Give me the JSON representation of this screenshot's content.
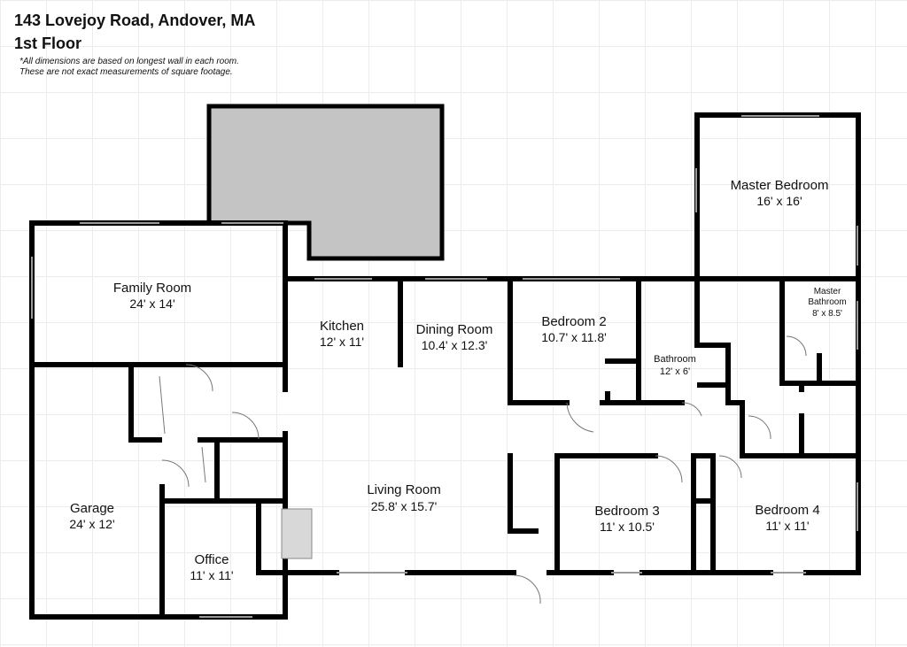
{
  "header": {
    "address": "143 Lovejoy Road, Andover, MA",
    "floor": "1st Floor",
    "note_line1": "*All dimensions are based on longest wall in each room.",
    "note_line2": "These are not exact measurements of square footage."
  },
  "rooms": {
    "master_bedroom": {
      "name": "Master Bedroom",
      "size": "16' x 16'"
    },
    "family_room": {
      "name": "Family Room",
      "size": "24' x 14'"
    },
    "kitchen": {
      "name": "Kitchen",
      "size": "12' x 11'"
    },
    "dining_room": {
      "name": "Dining Room",
      "size": "10.4' x 12.3'"
    },
    "bedroom2": {
      "name": "Bedroom 2",
      "size": "10.7' x 11.8'"
    },
    "bathroom": {
      "name": "Bathroom",
      "size": "12' x 6'"
    },
    "master_bathroom": {
      "name_line1": "Master",
      "name_line2": "Bathroom",
      "size": "8' x 8.5'"
    },
    "living_room": {
      "name": "Living Room",
      "size": "25.8' x 15.7'"
    },
    "garage": {
      "name": "Garage",
      "size": "24' x 12'"
    },
    "office": {
      "name": "Office",
      "size": "11' x 11'"
    },
    "bedroom3": {
      "name": "Bedroom 3",
      "size": "11' x 10.5'"
    },
    "bedroom4": {
      "name": "Bedroom 4",
      "size": "11' x 11'"
    }
  },
  "colors": {
    "wall": "#000000",
    "deck_fill": "#c4c4c4",
    "window": "#9a9a9a",
    "grid": "#ececec"
  }
}
